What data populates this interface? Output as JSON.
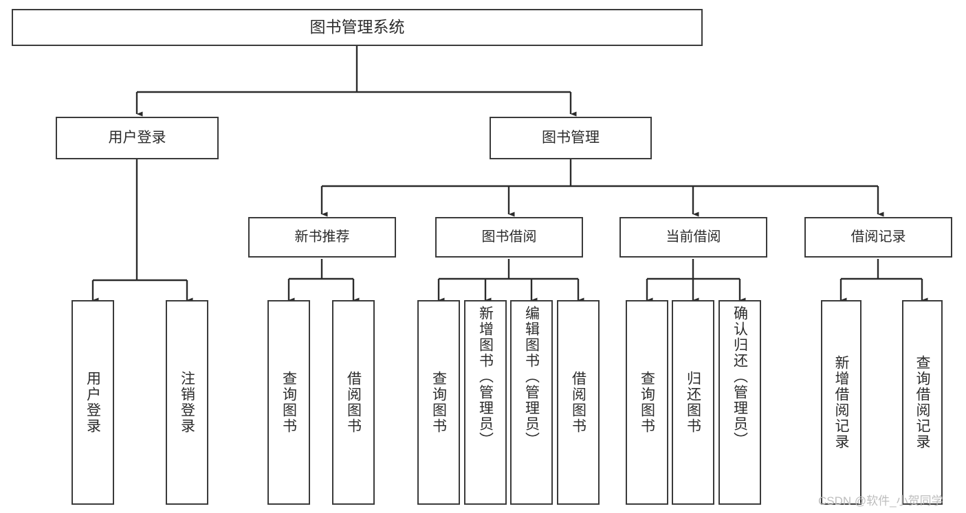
{
  "diagram": {
    "title": "图书管理系统",
    "type": "tree-hierarchy-chart",
    "orientation": "top-down",
    "watermark": "CSDN @软件_小贺同学",
    "colors": {
      "box_border": "#3a3a3a",
      "box_fill": "#ffffff",
      "edge": "#2b2b2b",
      "text": "#2b2b2b",
      "background": "#ffffff",
      "watermark": "#bdbdbd"
    }
  },
  "nodes": {
    "root": {
      "label": "图书管理系统"
    },
    "level1": [
      {
        "id": "user-login",
        "label": "用户登录"
      },
      {
        "id": "book-management",
        "label": "图书管理"
      }
    ],
    "level2": [
      {
        "id": "new-book-recommend",
        "label": "新书推荐",
        "parent": "book-management"
      },
      {
        "id": "book-borrow",
        "label": "图书借阅",
        "parent": "book-management"
      },
      {
        "id": "current-borrow",
        "label": "当前借阅",
        "parent": "book-management"
      },
      {
        "id": "borrow-record",
        "label": "借阅记录",
        "parent": "book-management"
      }
    ],
    "leaves": [
      {
        "id": "leaf-user-login",
        "label": "用户登录",
        "parent": "user-login"
      },
      {
        "id": "leaf-logout-login",
        "label": "注销登录",
        "parent": "user-login"
      },
      {
        "id": "leaf-query-book-1",
        "label": "查询图书",
        "parent": "new-book-recommend"
      },
      {
        "id": "leaf-borrow-book-1",
        "label": "借阅图书",
        "parent": "new-book-recommend"
      },
      {
        "id": "leaf-query-book-2",
        "label": "查询图书",
        "parent": "book-borrow"
      },
      {
        "id": "leaf-add-book",
        "label": "新增图书（管理员）",
        "parent": "book-borrow"
      },
      {
        "id": "leaf-edit-book",
        "label": "编辑图书（管理员）",
        "parent": "book-borrow"
      },
      {
        "id": "leaf-borrow-book-2",
        "label": "借阅图书",
        "parent": "book-borrow"
      },
      {
        "id": "leaf-query-book-3",
        "label": "查询图书",
        "parent": "current-borrow"
      },
      {
        "id": "leaf-return-book",
        "label": "归还图书",
        "parent": "current-borrow"
      },
      {
        "id": "leaf-confirm-return",
        "label": "确认归还（管理员）",
        "parent": "current-borrow"
      },
      {
        "id": "leaf-add-record",
        "label": "新增借阅记录",
        "parent": "borrow-record"
      },
      {
        "id": "leaf-query-record",
        "label": "查询借阅记录",
        "parent": "borrow-record"
      }
    ]
  }
}
